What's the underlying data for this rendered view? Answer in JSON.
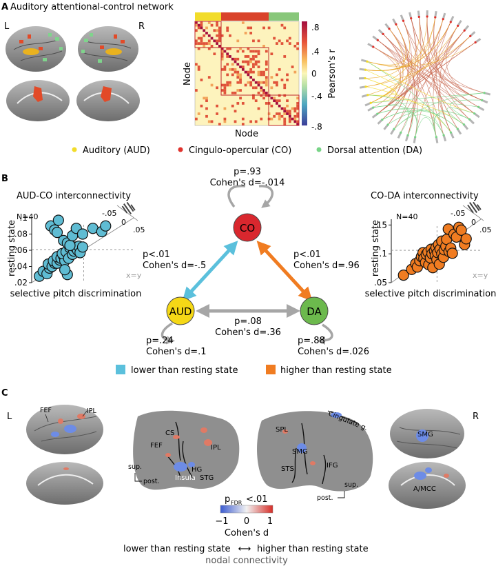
{
  "panelA": {
    "letter": "A",
    "title": "Auditory attentional-control network",
    "hemi_left": "L",
    "hemi_right": "R",
    "matrix": {
      "xlabel": "Node",
      "ylabel": "Node",
      "colorbar_label": "Pearson's r",
      "colorbar_ticks": [
        ".8",
        ".4",
        "0",
        "-.4",
        "-.8"
      ]
    },
    "legend": [
      {
        "label": "Auditory (AUD)",
        "color": "#f2dc2a"
      },
      {
        "label": "Cingulo-opercular (CO)",
        "color": "#e0322d"
      },
      {
        "label": "Dorsal attention (DA)",
        "color": "#78d487"
      }
    ]
  },
  "panelB": {
    "letter": "B",
    "nodes": {
      "co": {
        "label": "CO",
        "color": "#d9272e"
      },
      "aud": {
        "label": "AUD",
        "color": "#f5d816"
      },
      "da": {
        "label": "DA",
        "color": "#6cb94d"
      }
    },
    "edges": {
      "co_self": {
        "p": "p=.93",
        "d": "Cohen's d=-.014"
      },
      "aud_co": {
        "p": "p<.01",
        "d": "Cohen's d=-.5"
      },
      "co_da": {
        "p": "p<.01",
        "d": "Cohen's d=.96"
      },
      "aud_da": {
        "p": "p=.08",
        "d": "Cohen's d=.36"
      },
      "aud_self": {
        "p": "p=.24",
        "d": "Cohen's d=.1"
      },
      "da_self": {
        "p": "p=.88",
        "d": "Cohen's d=.026"
      }
    },
    "arrow_legend": [
      {
        "label": "lower than resting state",
        "color": "#5bc0dc"
      },
      {
        "label": "higher than resting state",
        "color": "#f07c21"
      }
    ]
  },
  "scatter_common": {
    "xlabel": "selective pitch discrimination",
    "ylabel": "resting state",
    "n_label": "N=40",
    "xy_label": "x=y",
    "hist_ticks": [
      "-.05",
      "0",
      ".05"
    ]
  },
  "chart_data": [
    {
      "type": "scatter",
      "title": "AUD-CO interconnectivity",
      "xlabel": "selective pitch discrimination",
      "ylabel": "resting state",
      "ylim": [
        0.02,
        0.1
      ],
      "xlim": [
        0.02,
        0.1
      ],
      "yticks": [
        ".02",
        ".04",
        ".06",
        ".08",
        ".1"
      ],
      "ytick_values": [
        0.02,
        0.04,
        0.06,
        0.08,
        0.1
      ],
      "color": "#5fbcd3",
      "points": [
        [
          0.026,
          0.028
        ],
        [
          0.029,
          0.034
        ],
        [
          0.032,
          0.031
        ],
        [
          0.034,
          0.038
        ],
        [
          0.033,
          0.043
        ],
        [
          0.036,
          0.04
        ],
        [
          0.038,
          0.044
        ],
        [
          0.037,
          0.047
        ],
        [
          0.04,
          0.044
        ],
        [
          0.042,
          0.048
        ],
        [
          0.04,
          0.052
        ],
        [
          0.043,
          0.05
        ],
        [
          0.045,
          0.053
        ],
        [
          0.046,
          0.047
        ],
        [
          0.044,
          0.056
        ],
        [
          0.047,
          0.058
        ],
        [
          0.049,
          0.05
        ],
        [
          0.05,
          0.063
        ],
        [
          0.052,
          0.055
        ],
        [
          0.053,
          0.059
        ],
        [
          0.054,
          0.064
        ],
        [
          0.056,
          0.06
        ],
        [
          0.057,
          0.065
        ],
        [
          0.058,
          0.057
        ],
        [
          0.06,
          0.064
        ],
        [
          0.035,
          0.09
        ],
        [
          0.038,
          0.085
        ],
        [
          0.04,
          0.082
        ],
        [
          0.041,
          0.097
        ],
        [
          0.045,
          0.072
        ],
        [
          0.048,
          0.069
        ],
        [
          0.05,
          0.066
        ],
        [
          0.052,
          0.078
        ],
        [
          0.055,
          0.087
        ],
        [
          0.06,
          0.08
        ],
        [
          0.068,
          0.087
        ],
        [
          0.075,
          0.083
        ],
        [
          0.078,
          0.09
        ],
        [
          0.048,
          0.03
        ],
        [
          0.046,
          0.036
        ]
      ]
    },
    {
      "type": "scatter",
      "title": "CO-DA interconnectivity",
      "xlabel": "selective pitch discrimination",
      "ylabel": "resting state",
      "ylim": [
        0.05,
        0.16
      ],
      "xlim": [
        0.05,
        0.16
      ],
      "yticks": [
        ".05",
        ".1",
        ".15"
      ],
      "ytick_values": [
        0.05,
        0.1,
        0.15
      ],
      "color": "#f07c21",
      "points": [
        [
          0.065,
          0.063
        ],
        [
          0.075,
          0.073
        ],
        [
          0.08,
          0.083
        ],
        [
          0.082,
          0.077
        ],
        [
          0.085,
          0.088
        ],
        [
          0.087,
          0.095
        ],
        [
          0.089,
          0.102
        ],
        [
          0.09,
          0.092
        ],
        [
          0.092,
          0.085
        ],
        [
          0.093,
          0.099
        ],
        [
          0.095,
          0.103
        ],
        [
          0.096,
          0.081
        ],
        [
          0.098,
          0.093
        ],
        [
          0.099,
          0.108
        ],
        [
          0.1,
          0.1
        ],
        [
          0.101,
          0.076
        ],
        [
          0.103,
          0.105
        ],
        [
          0.104,
          0.097
        ],
        [
          0.105,
          0.111
        ],
        [
          0.106,
          0.09
        ],
        [
          0.107,
          0.102
        ],
        [
          0.108,
          0.116
        ],
        [
          0.109,
          0.082
        ],
        [
          0.11,
          0.108
        ],
        [
          0.112,
          0.122
        ],
        [
          0.112,
          0.1
        ],
        [
          0.114,
          0.094
        ],
        [
          0.115,
          0.107
        ],
        [
          0.117,
          0.113
        ],
        [
          0.118,
          0.125
        ],
        [
          0.12,
          0.143
        ],
        [
          0.121,
          0.104
        ],
        [
          0.123,
          0.11
        ],
        [
          0.125,
          0.101
        ],
        [
          0.127,
          0.134
        ],
        [
          0.13,
          0.129
        ],
        [
          0.133,
          0.146
        ],
        [
          0.136,
          0.141
        ],
        [
          0.14,
          0.116
        ],
        [
          0.142,
          0.126
        ]
      ]
    }
  ],
  "panelC": {
    "letter": "C",
    "hemi_left": "L",
    "hemi_right": "R",
    "labels": {
      "fef": "FEF",
      "ipl": "IPL",
      "cs": "CS",
      "hg": "HG",
      "insula": "Insula",
      "stg": "STG",
      "spl": "SPL",
      "cingulate": "Cingulate g.",
      "smg": "SMG",
      "sts": "STS",
      "ifg": "IFG",
      "amcc": "A/MCC"
    },
    "orient_left": {
      "sup": "sup.",
      "post": "post."
    },
    "orient_right": {
      "sup": "sup.",
      "post": "post."
    },
    "colorbar": {
      "title_main": "p",
      "title_sub": "FDR",
      "title_tail": "<.01",
      "ticks": [
        "−1",
        "0",
        "1"
      ],
      "label": "Cohen's d"
    },
    "footer": {
      "left": "lower than resting state",
      "arrow": "⟷",
      "right": "higher than resting state",
      "sub": "nodal connectivity"
    }
  }
}
